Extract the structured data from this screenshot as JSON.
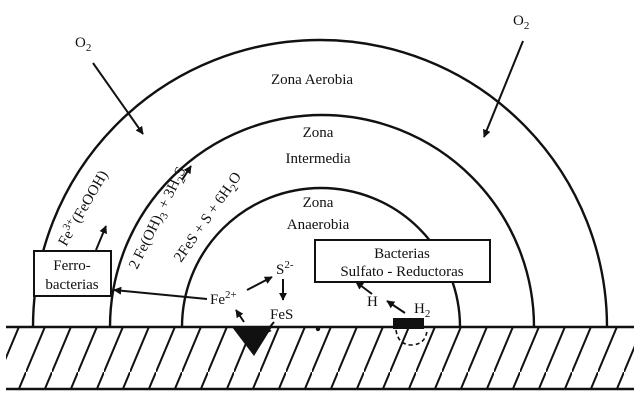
{
  "oxygen": {
    "symbol": "O",
    "subscript": "2"
  },
  "zones": {
    "aerobic": "Zona Aerobia",
    "intermediate_line1": "Zona",
    "intermediate_line2": "Intermedia",
    "anaerobic_line1": "Zona",
    "anaerobic_line2": "Anaerobia"
  },
  "boxes": {
    "iron_bacteria_line1": "Ferro-",
    "iron_bacteria_line2": "bacterias",
    "sulfate_bacteria_line1": "Bacterias",
    "sulfate_bacteria_line2": "Sulfato - Reductoras"
  },
  "reactions": {
    "fe3_feooh": {
      "base": "Fe",
      "sup": "3+",
      "rest": "(FeOOH)"
    },
    "fe_oh_3h2s": {
      "part1": "2 Fe(OH)",
      "sub1": "3",
      "part2": " + 3H",
      "sub2": "2",
      "part3": "S"
    },
    "fes_s_h2o": {
      "part1": "2FeS + S + 6H",
      "sub1": "2",
      "part2": "O"
    }
  },
  "species": {
    "fe2": {
      "base": "Fe",
      "sup": "2+"
    },
    "s2": {
      "base": "S",
      "sup": "2-"
    },
    "fes": "FeS",
    "h": "H",
    "h2": {
      "base": "H",
      "sub": "2"
    }
  }
}
